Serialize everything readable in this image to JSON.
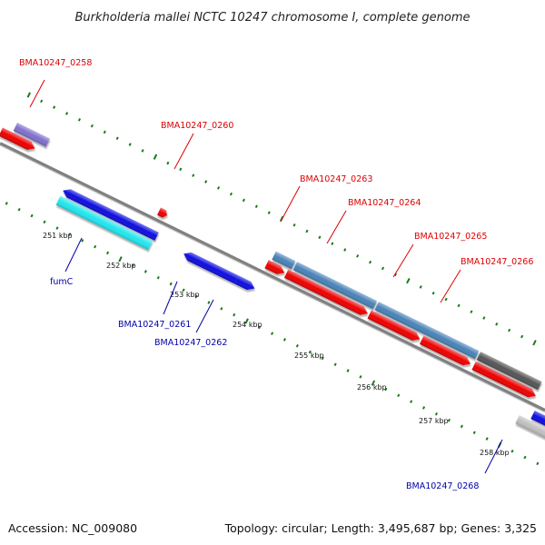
{
  "title": "Burkholderia mallei NCTC 10247 chromosome I, complete genome",
  "footer": {
    "accession": "Accession: NC_009080",
    "topology": "Topology: circular; Length: 3,495,687 bp; Genes: 3,325"
  },
  "colors": {
    "backbone": "#808080",
    "tick": "#1a7a1a",
    "label_upper": "#dd0000",
    "label_lower": "#0000aa"
  },
  "ruler": [
    "251 kbp",
    "252 kbp",
    "253 kbp",
    "254 kbp",
    "255 kbp",
    "256 kbp",
    "257 kbp",
    "258 kbp"
  ],
  "gene_labels": [
    {
      "id": "BMA10247_0258",
      "text": "BMA10247_0258",
      "group": "upper"
    },
    {
      "id": "BMA10247_0260",
      "text": "BMA10247_0260",
      "group": "upper"
    },
    {
      "id": "BMA10247_0263",
      "text": "BMA10247_0263",
      "group": "upper"
    },
    {
      "id": "BMA10247_0264",
      "text": "BMA10247_0264",
      "group": "upper"
    },
    {
      "id": "BMA10247_0265",
      "text": "BMA10247_0265",
      "group": "upper"
    },
    {
      "id": "BMA10247_0266",
      "text": "BMA10247_0266",
      "group": "upper"
    },
    {
      "id": "fumC",
      "text": "fumC",
      "group": "lower"
    },
    {
      "id": "BMA10247_0261",
      "text": "BMA10247_0261",
      "group": "lower"
    },
    {
      "id": "BMA10247_0262",
      "text": "BMA10247_0262",
      "group": "lower"
    },
    {
      "id": "BMA10247_0268",
      "text": "BMA10247_0268",
      "group": "lower"
    }
  ],
  "features": [
    {
      "name": "gene-0258-purple",
      "color": "#8070cc",
      "strand": "upper"
    },
    {
      "name": "gene-0258-red",
      "color": "#ee0000",
      "strand": "upper"
    },
    {
      "name": "gene-0260-red",
      "color": "#ee0000",
      "strand": "upper"
    },
    {
      "name": "gene-fumC-blue",
      "color": "#1010e0",
      "strand": "lower"
    },
    {
      "name": "gene-fumC-cyan",
      "color": "#22e6ee",
      "strand": "lower"
    },
    {
      "name": "gene-0261-blue",
      "color": "#1010e0",
      "strand": "lower"
    },
    {
      "name": "gene-0262-blue",
      "color": "#1010e0",
      "strand": "lower"
    },
    {
      "name": "gene-0263-steelblue",
      "color": "#4a82b8",
      "strand": "upper"
    },
    {
      "name": "gene-0263-red",
      "color": "#ee0000",
      "strand": "upper"
    },
    {
      "name": "gene-0264-steelblue",
      "color": "#4a82b8",
      "strand": "upper"
    },
    {
      "name": "gene-0264-red",
      "color": "#ee0000",
      "strand": "upper"
    },
    {
      "name": "gene-0265-steelblue",
      "color": "#4a82b8",
      "strand": "upper"
    },
    {
      "name": "gene-0265-red",
      "color": "#ee0000",
      "strand": "upper"
    },
    {
      "name": "gene-0266-red",
      "color": "#ee0000",
      "strand": "upper"
    },
    {
      "name": "gene-0266-red-b",
      "color": "#ee0000",
      "strand": "upper"
    },
    {
      "name": "gene-0266-gray",
      "color": "#555555",
      "strand": "upper"
    },
    {
      "name": "gene-0268-blue",
      "color": "#1010e0",
      "strand": "lower"
    },
    {
      "name": "gene-0268-lightgray",
      "color": "#c0c0c0",
      "strand": "lower"
    },
    {
      "name": "gene-0268-steelblue",
      "color": "#4a82b8",
      "strand": "lower"
    },
    {
      "name": "gene-0269-blue",
      "color": "#1010e0",
      "strand": "lower"
    }
  ]
}
